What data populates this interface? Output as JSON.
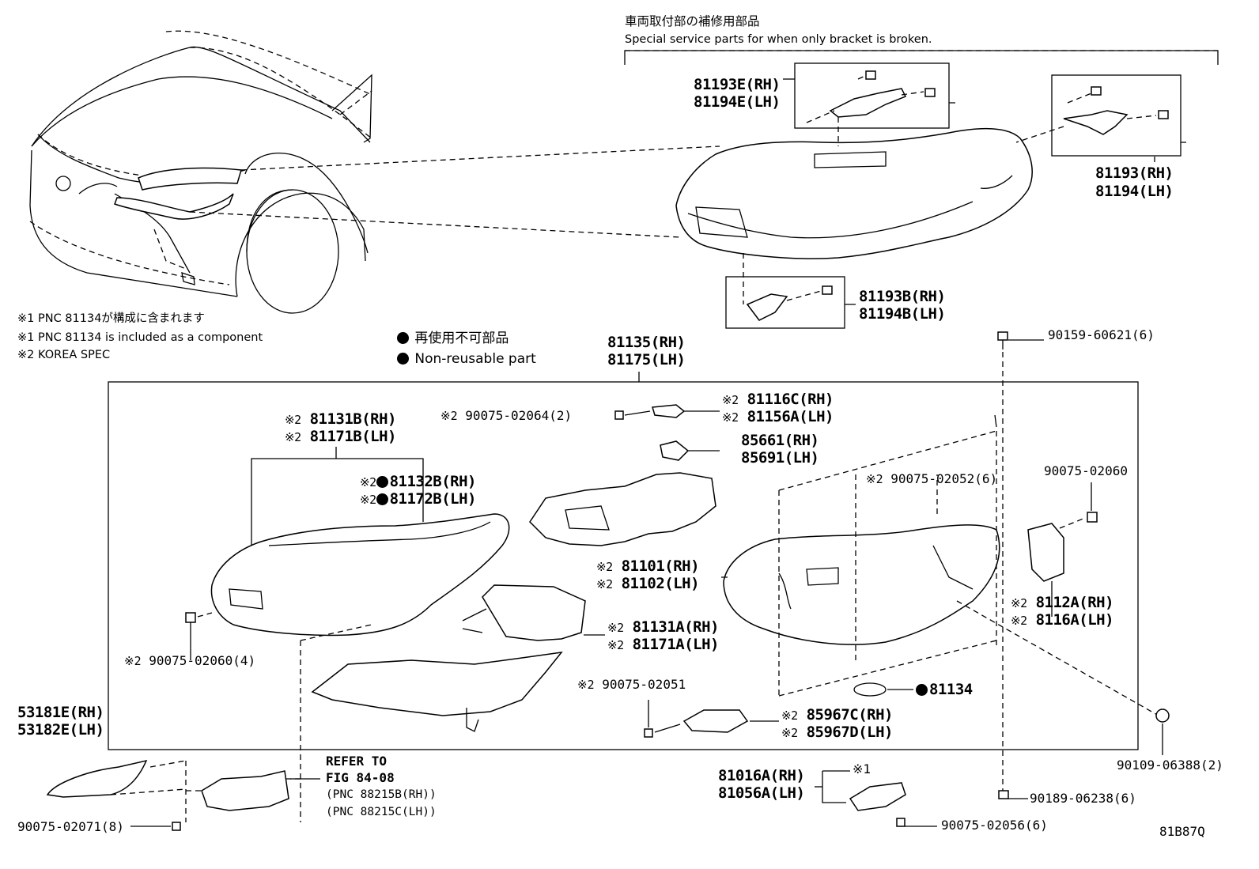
{
  "header": {
    "jp": "車両取付部の補修用部品",
    "en": "Special service parts for when only bracket is broken."
  },
  "notes": [
    "※1 PNC 81134が構成に含まれます",
    "※1 PNC 81134 is included as a component",
    "※2 KOREA SPEC"
  ],
  "legend": {
    "jp": "再使用不可部品",
    "en": "Non-reusable part"
  },
  "marks": {
    "k1": "※1",
    "k2": "※2"
  },
  "parts": {
    "p81193E": "81193E(RH)",
    "p81194E": "81194E(LH)",
    "p81193": "81193(RH)",
    "p81194": "81194(LH)",
    "p81193B": "81193B(RH)",
    "p81194B": "81194B(LH)",
    "p90159": "90159-60621(6)",
    "p81135": "81135(RH)",
    "p81175": "81175(LH)",
    "p81116C": "81116C(RH)",
    "p81156A": "81156A(LH)",
    "p90075_02064": "90075-02064(2)",
    "p85661": "85661(RH)",
    "p85691": "85691(LH)",
    "p81131B": "81131B(RH)",
    "p81171B": "81171B(LH)",
    "p81132B": "81132B(RH)",
    "p81172B": "81172B(LH)",
    "p90075_02052": "90075-02052(6)",
    "p90075_02060": "90075-02060",
    "p81101": "81101(RH)",
    "p81102": "81102(LH)",
    "p8112A": "8112A(RH)",
    "p8116A": "8116A(LH)",
    "p81131A": "81131A(RH)",
    "p81171A": "81171A(LH)",
    "p90075_02060_4": "90075-02060(4)",
    "p90075_02051": "90075-02051",
    "p81134": "81134",
    "p85967C": "85967C(RH)",
    "p85967D": "85967D(LH)",
    "p53181E": "53181E(RH)",
    "p53182E": "53182E(LH)",
    "p90109": "90109-06388(2)",
    "p81016A": "81016A(RH)",
    "p81056A": "81056A(LH)",
    "p90189": "90189-06238(6)",
    "p90075_02071": "90075-02071(8)",
    "p90075_02056": "90075-02056(6)"
  },
  "refer": {
    "line1": "REFER TO",
    "line2": "FIG 84-08",
    "line3": "(PNC 88215B(RH))",
    "line4": "(PNC 88215C(LH))"
  },
  "figure_id": "81B87Q"
}
